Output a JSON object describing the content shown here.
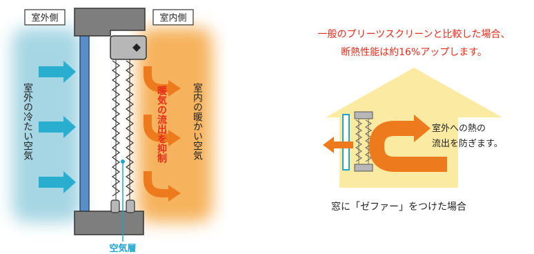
{
  "left_diagram": {
    "outdoor_label": "室外側",
    "indoor_label": "室内側",
    "outdoor_air": "室外の冷たい空気",
    "indoor_air": "室内の暖かい空気",
    "suppress_text": "暖気の流出を抑制",
    "air_layer": "空気層"
  },
  "right_diagram": {
    "headline_line1": "一般のプリーツスクリーンと比較した場合、",
    "headline_line2": "断熱性能は約16%アップします。",
    "heat_text_line1": "室外への熱の",
    "heat_text_line2": "流出を防ぎます。",
    "caption": "窓に「ゼファー」をつけた場合"
  },
  "colors": {
    "cold": "#a6d6e3",
    "warm": "#f6b25b",
    "arrow_cold": "#2aaed0",
    "arrow_warm": "#ee7a1e",
    "red_text": "#e62b1b",
    "cyan_text": "#1da4cf",
    "house": "#fbeaa2",
    "frame": "#7e7e7e"
  }
}
